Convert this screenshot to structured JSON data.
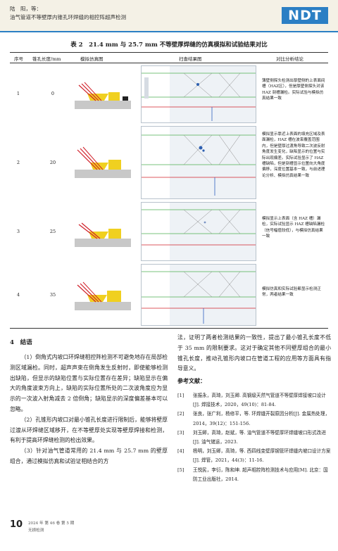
{
  "header": {
    "authors": "陆　阳，等：",
    "running_title": "油气管道不等壁厚内锥孔环焊缝的相控阵超声检测",
    "logo": "NDT"
  },
  "table": {
    "caption": "表 2　21.4 mm 与 25.7 mm 不等壁厚焊缝的仿真模拟和试验结果对比",
    "headers": [
      "序号",
      "锥孔长度/mm",
      "模拟仿真图",
      "扫查结果图",
      "对比分析结论"
    ],
    "rows": [
      {
        "no": "1",
        "length": "0",
        "conclusion": "薄壁侧探头检测出厚壁侧的上表面间槽（HAZ区），但是厚壁侧探头对该 HAZ 刻槽漏检。实际试验与模拟仿真结果一致"
      },
      {
        "no": "2",
        "length": "20",
        "conclusion": "模拟显示靠近上表面的填充区域及表面漏检，HAZ 槽在波束覆盖范围内，但是壁厚过渡角导致二次波反射角度发生变化，缺陷显示的位置与实际出现偏差。实际试验显示了 HAZ 槽缺陷，但是刻槽显示位置向大角度偏移，深度位置基本一致，与前述理论分析、模拟仿真结果一致"
      },
      {
        "no": "3",
        "length": "25",
        "conclusion": "模拟显示上表面（含 HAZ 槽）漏检，实际试验显示 HAZ 槽缺陷漏检（信号幅值较低），与模拟仿真结果一致"
      },
      {
        "no": "4",
        "length": "35",
        "conclusion": "模拟仿真和实际试验都显示检测正常，两者结果一致"
      }
    ]
  },
  "section": {
    "title": "4　结语",
    "p1": "（1）倒角式内坡口环焊缝相控阵检测不可避免地存在局部检测区域漏检。同时，超声声束在倒角发生反射时，即使能够检测出缺陷，但显示的缺陷位置与实际位置存在差异；缺陷显示在偏大的角度波束方向上，缺陷的实际位置所处的二次波角度应为显示的一次波入射角减去 2 倍倒角；缺陷显示的深度偏差基本可以忽略。",
    "p2": "（2）孔锥形内坡口对最小锥孔长度进行限制后，能够将壁厚过渡从环焊缝区域移开，在不等壁厚处实现等壁厚焊接和检测，有利于提高环焊缝检测的检出效果。",
    "p3": "（3）针对油气管道常用的 21.4 mm 与 25.7 mm 的壁厚组合，通过模拟仿真和试验证相结合的方",
    "p3_cont": "法，证明了两者检测结果的一致性，提出了最小锥孔长度不低于 35 mm 的限制要求。这对于确定其他不同壁厚组合的最小锥孔长度，推动孔锥形内坡口在管道工程的应用等方面具有指导意义。"
  },
  "references": {
    "title": "参考文献：",
    "items": [
      {
        "n": "[1]",
        "text": "张振永，高琦，刘玉卿. 高钢级天然气管道不等壁厚焊接坡口设计[J]. 焊接技术，2020，49(10)：81-84."
      },
      {
        "n": "[2]",
        "text": "张良，张广利，杨修平，等. 环焊缝开裂原因分析[J]. 金属热处理，2014，39(12)：151-156."
      },
      {
        "n": "[3]",
        "text": "刘玉卿，高琦，赵斌，等. 油气管道不等壁厚环焊缝坡口形式改进[J]. 油气储运，2023."
      },
      {
        "n": "[4]",
        "text": "杨明，刘玉卿，高琦，等. 西四线变壁厚钢管环焊缝内坡口设计方案[J]. 焊管，2021，44(3)：11-16."
      },
      {
        "n": "[5]",
        "text": "王悦民，李衍，陈和坤. 超声相控阵检测技术与应用[M]. 北京：国防工业出版社，2014."
      }
    ]
  },
  "footer": {
    "page": "10",
    "issue": "2024 年 第 46 卷 第 5 期",
    "journal": "无损检测"
  }
}
